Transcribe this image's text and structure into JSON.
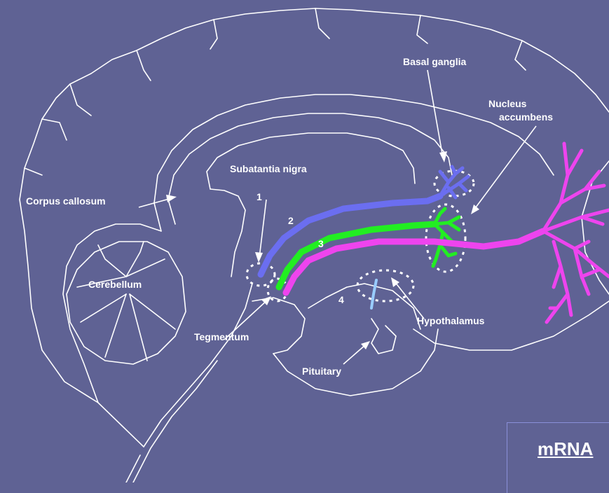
{
  "labels": {
    "basal_ganglia": "Basal ganglia",
    "nucleus_accumbens_line1": "Nucleus",
    "nucleus_accumbens_line2": "accumbens",
    "substantia_nigra": "Subatantia nigra",
    "corpus_callosum": "Corpus callosum",
    "cerebellum": "Cerebellum",
    "tegmentum": "Tegmentum",
    "pituitary": "Pituitary",
    "hypothalamus": "Hypothalamus"
  },
  "pathway_numbers": [
    "1",
    "2",
    "3",
    "4"
  ],
  "box_title": "mRNA",
  "colors": {
    "background": "#5f6294",
    "outline": "#ffffff",
    "pathway_nigrostriatal": "#6b6ef0",
    "pathway_mesolimbic": "#22ee22",
    "pathway_mesocortical": "#ee44ee",
    "pathway_tuberoinfundibular": "#99ccff"
  }
}
